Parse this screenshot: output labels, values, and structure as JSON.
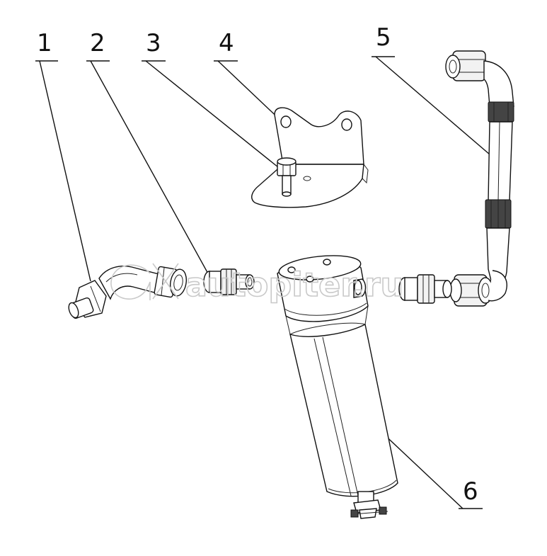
{
  "callouts": [
    {
      "id": "1",
      "label": "1"
    },
    {
      "id": "2",
      "label": "2"
    },
    {
      "id": "3",
      "label": "3"
    },
    {
      "id": "4",
      "label": "4"
    },
    {
      "id": "5",
      "label": "5"
    },
    {
      "id": "6",
      "label": "6"
    }
  ],
  "watermark": {
    "text": "autopiter.ru",
    "logo_icon": "ax-logo-icon"
  },
  "colors": {
    "line": "#111111",
    "watermark": "#c9c9c9",
    "background": "#ffffff"
  }
}
